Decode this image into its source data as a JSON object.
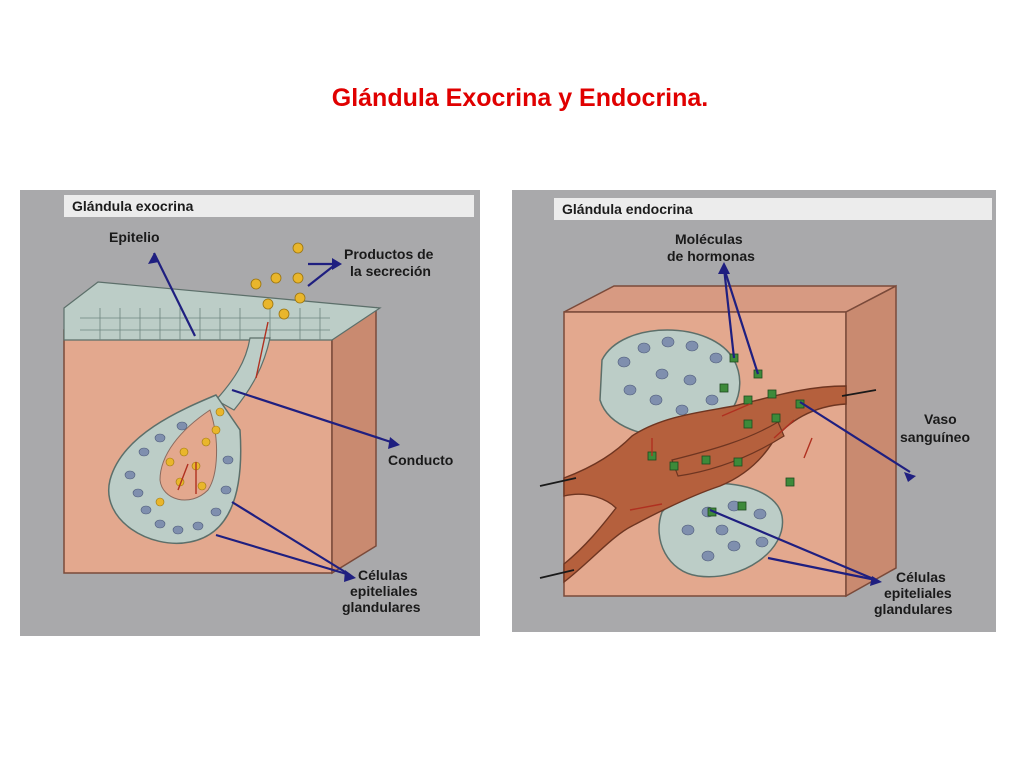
{
  "slide": {
    "title": "Glándula Exocrina y Endocrina."
  },
  "exocrine": {
    "header": "Glándula exocrina",
    "labels": {
      "epitelio": "Epitelio",
      "productos_line1": "Productos de",
      "productos_line2": "la secreción",
      "conducto": "Conducto",
      "celulas_line1": "Células",
      "celulas_line2": "epiteliales",
      "celulas_line3": "glandulares"
    }
  },
  "endocrine": {
    "header": "Glándula endocrina",
    "labels": {
      "moleculas_line1": "Moléculas",
      "moleculas_line2": "de hormonas",
      "vaso_line1": "Vaso",
      "vaso_line2": "sanguíneo",
      "celulas_line1": "Células",
      "celulas_line2": "epiteliales",
      "celulas_line3": "glandulares"
    }
  },
  "colors": {
    "title": "#e00000",
    "panel_bg": "#a9a9ab",
    "tissue": "#e3a88e",
    "tissue_side": "#c98a70",
    "cell": "#b9cbc6",
    "nucleus": "#7f8fae",
    "secretion": "#e9b62c",
    "hormone": "#3d8a3a",
    "vessel": "#b5603d",
    "pointer": "#1f1f80"
  }
}
